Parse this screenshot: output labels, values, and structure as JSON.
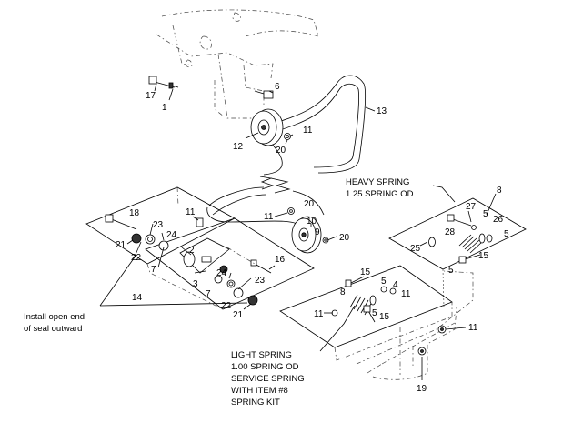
{
  "labels": {
    "n17": "17",
    "n1": "1",
    "n6": "6",
    "n13": "13",
    "n11a": "11",
    "n12": "12",
    "n20a": "20",
    "n18": "18",
    "n23a": "23",
    "n24a": "24",
    "n21a": "21",
    "n22a": "22",
    "n7a": "7",
    "n2": "2",
    "n3": "3",
    "n7b": "7",
    "n24b": "24",
    "n23b": "23",
    "n14": "14",
    "n22b": "22",
    "n21b": "21",
    "n11b": "11",
    "n11c": "11",
    "n20b": "20",
    "n10": "10",
    "n9": "9",
    "n20c": "20",
    "n16": "16",
    "n8a": "8",
    "n27": "27",
    "n5a": "5",
    "n26": "26",
    "n28": "28",
    "n25": "25",
    "n5b": "5",
    "n15a": "15",
    "n5c": "5",
    "n15b": "15",
    "n5d": "5",
    "n8b": "8",
    "n4": "4",
    "n11d": "11",
    "n11e": "11",
    "n5e": "5",
    "n15c": "15",
    "n11f": "11",
    "n19": "19"
  },
  "notes": {
    "install": [
      "Install open end",
      "of seal outward"
    ],
    "heavy": [
      "HEAVY SPRING",
      "1.25 SPRING OD"
    ],
    "light": [
      "LIGHT SPRING",
      "1.00 SPRING OD",
      "SERVICE SPRING",
      "WITH ITEM #8",
      "SPRING KIT"
    ]
  }
}
